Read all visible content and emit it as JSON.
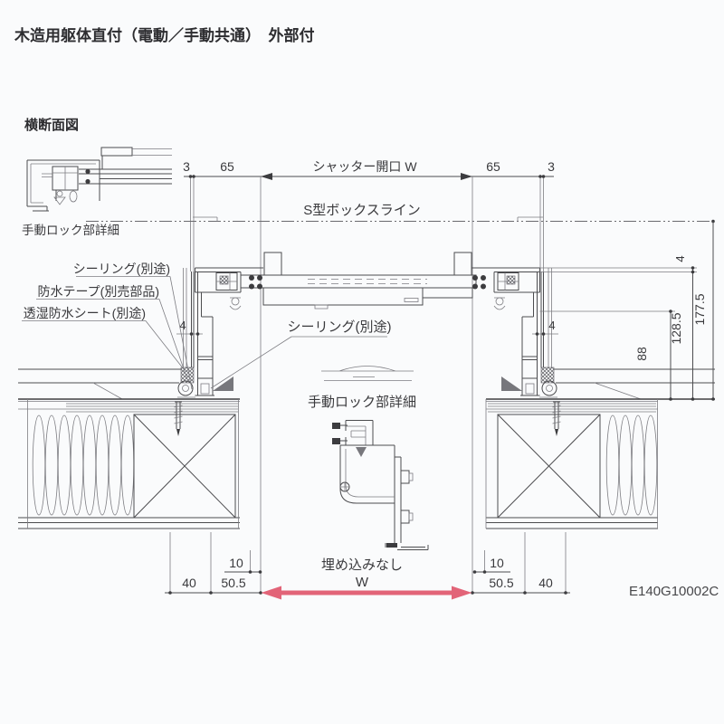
{
  "page": {
    "title": "木造用躯体直付（電動／手動共通）　外部付",
    "section_label": "横断面図",
    "drawing_code": "E140G10002C"
  },
  "colors": {
    "background": "#fafbfc",
    "line": "#4c4c4f",
    "accent_arrow": "#e26478"
  },
  "inset": {
    "caption": "手動ロック部詳細"
  },
  "annotations": {
    "box_line": "S型ボックスライン",
    "sealing_left": "シーリング(別途)",
    "waterproof_tape": "防水テープ(別売部品)",
    "moisture_sheet": "透湿防水シート(別途)",
    "sealing_center": "シーリング(別途)",
    "lock_detail": "手動ロック部詳細",
    "no_embedding": "埋め込みなし"
  },
  "dimensions": {
    "top": {
      "left_3": "3",
      "left_65": "65",
      "opening": "シャッター開口 W",
      "right_65": "65",
      "right_3": "3"
    },
    "vertical_right": {
      "v4": "4",
      "v88": "88",
      "v128_5": "128.5",
      "v177_5": "177.5"
    },
    "jamb": {
      "left_4": "4",
      "right_4": "4"
    },
    "bottom": {
      "left_40": "40",
      "left_50_5": "50.5",
      "left_10": "10",
      "w": "W",
      "right_10": "10",
      "right_50_5": "50.5",
      "right_40": "40"
    }
  }
}
